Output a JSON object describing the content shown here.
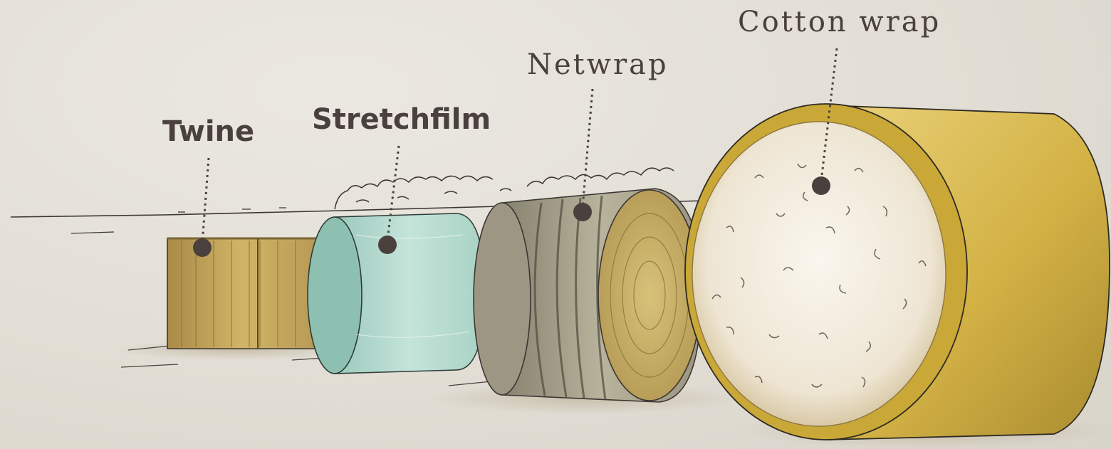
{
  "labels": {
    "twine": "Twine",
    "stretchfilm": "Stretchfilm",
    "netwrap": "Netwrap",
    "cotton_wrap": "Cotton wrap"
  },
  "colors": {
    "label_text": "#4a403d",
    "marker": "#4a403d",
    "background": "#e3dfd6",
    "hay": "#c9a955",
    "film": "#a9d3c6",
    "net": "#a5a08c",
    "cotton": "#f3ede1",
    "cotton_wrap": "#d8b84a"
  }
}
